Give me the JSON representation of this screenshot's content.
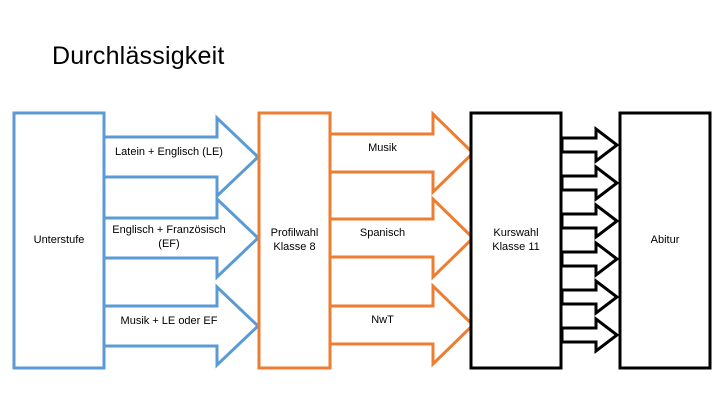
{
  "page": {
    "title": "Durchlässigkeit",
    "background_color": "#ffffff"
  },
  "colors": {
    "blue": "#5B9BD5",
    "orange": "#ED7D31",
    "black": "#000000",
    "fill": "#ffffff"
  },
  "nodes": [
    {
      "id": "unterstufe",
      "label": "Unterstufe",
      "color": "#5B9BD5"
    },
    {
      "id": "profilwahl",
      "label": "Profilwahl\nKlasse 8",
      "line1": "Profilwahl",
      "line2": "Klasse 8",
      "color": "#ED7D31"
    },
    {
      "id": "kurswahl",
      "label": "Kurswahl\nKlasse 11",
      "line1": "Kurswahl",
      "line2": "Klasse 11",
      "color": "#000000"
    },
    {
      "id": "abitur",
      "label": "Abitur",
      "color": "#000000"
    }
  ],
  "blue_arrows": [
    {
      "id": "blue-arrow-1",
      "line1": "Latein + Englisch (LE)",
      "line2": ""
    },
    {
      "id": "blue-arrow-2",
      "line1": "Englisch + Französisch",
      "line2": "(EF)"
    },
    {
      "id": "blue-arrow-3",
      "line1": "Musik + LE oder EF",
      "line2": ""
    }
  ],
  "orange_arrows": [
    {
      "id": "orange-arrow-1",
      "label": "Musik"
    },
    {
      "id": "orange-arrow-2",
      "label": "Spanisch"
    },
    {
      "id": "orange-arrow-3",
      "label": "NwT"
    }
  ],
  "black_arrows": {
    "count": 6,
    "label": ""
  }
}
